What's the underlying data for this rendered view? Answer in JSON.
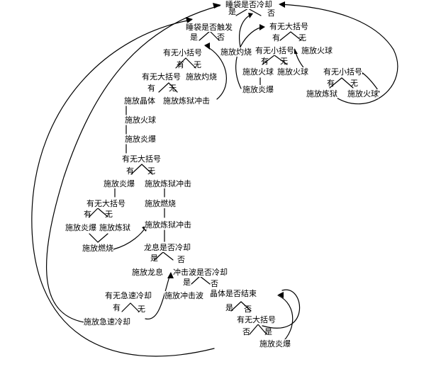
{
  "nodes": {
    "root": "睡袋是否冷却",
    "sleep_trigger": "睡袋是否触发",
    "burn_top": "施放灼烧",
    "big_bracket_right": "有无大括号",
    "small_bracket_right": "有无小括号",
    "fireball_a": "施放火球",
    "fireball_b": "施放火球",
    "fireball_c": "施放火球",
    "inferno_right": "施放炎爆",
    "small_bracket_far": "有无小括号",
    "purgatory_right": "施放炼狱",
    "fireball_right": "施放火球",
    "small_bracket_left": "有无小括号",
    "big_bracket_left": "有无大括号",
    "burn_left": "施放灼烧",
    "crystal": "施放晶体",
    "purgatory_shock_1": "施放炼狱冲击",
    "fireball_mid": "施放火球",
    "inferno_mid": "施放炎爆",
    "big_bracket_mid": "有无大括号",
    "inferno_a": "施放炎爆",
    "purgatory_shock_2": "施放炼狱冲击",
    "big_bracket_low": "有无大括号",
    "burn_mid": "施放燃烧",
    "inferno_b": "施放炎爆",
    "purgatory_low": "施放炼狱",
    "purgatory_shock_3": "施放炼狱冲击",
    "burn_low": "施放燃烧",
    "dragon_cd": "龙息是否冷却",
    "dragon_cast": "施放龙息",
    "shockwave_cd": "冲击波是否冷却",
    "quick_cd_q": "有无急速冷却",
    "shockwave_cast": "施放冲击波",
    "crystal_end": "晶体是否结束",
    "quick_cd_cast": "施放急速冷却",
    "big_bracket_final": "有无大括号",
    "inferno_final": "施放炎爆"
  },
  "yes_no": {
    "yes": "是",
    "no": "否",
    "have": "有",
    "none": "无"
  },
  "colors": {
    "ink": "#000000",
    "background": "#ffffff"
  }
}
